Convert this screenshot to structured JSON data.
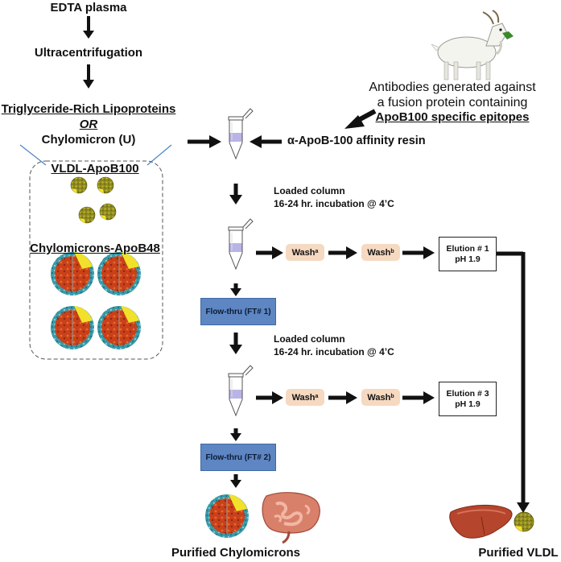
{
  "left_flow": {
    "step1": "EDTA plasma",
    "step2": "Ultracentrifugation",
    "trl_label": "Triglyceride-Rich Lipoproteins",
    "or_label": "OR",
    "chylomicron_u": "Chylomicron (U)",
    "vldl_label": "VLDL-ApoB100",
    "chylomicrons_label": "Chylomicrons-ApoB48"
  },
  "antibody": {
    "line1": "Antibodies generated against",
    "line2": "a fusion protein containing",
    "line3": "ApoB100 specific epitopes"
  },
  "resin_label": "α-ApoB-100 affinity resin",
  "incubation1": {
    "line1": "Loaded column",
    "line2": "16-24 hr. incubation @ 4’C"
  },
  "incubation2": {
    "line1": "Loaded column",
    "line2": "16-24 hr. incubation @ 4’C"
  },
  "row1": {
    "wash_a": "Wash",
    "wash_a_sup": "a",
    "wash_b": "Wash",
    "wash_b_sup": "b",
    "elution_line1": "Elution # 1",
    "elution_line2": "pH 1.9",
    "flowthru": "Flow-thru (FT# 1)"
  },
  "row2": {
    "wash_a": "Wash",
    "wash_a_sup": "a",
    "wash_b": "Wash",
    "wash_b_sup": "b",
    "elution_line1": "Elution # 3",
    "elution_line2": "pH 1.9",
    "flowthru": "Flow-thru (FT# 2)"
  },
  "outputs": {
    "purified_chylomicrons": "Purified Chylomicrons",
    "purified_vldl": "Purified VLDL"
  },
  "colors": {
    "wash_fill": "#f6d9c1",
    "flowthru_fill": "#5d86c3",
    "resin_fill": "#b9b4e6",
    "vldl_particle": "#a8a028",
    "chylomicron_core": "#c9401a",
    "chylomicron_shell": "#3b9aa8",
    "apob_patch": "#f2e12a",
    "liver": "#b5452c",
    "intestine": "#e49b85"
  },
  "icons": [
    "goat-icon",
    "tube-icon",
    "liver-icon",
    "intestine-icon",
    "vldl-particle-icon",
    "chylomicron-particle-icon"
  ]
}
